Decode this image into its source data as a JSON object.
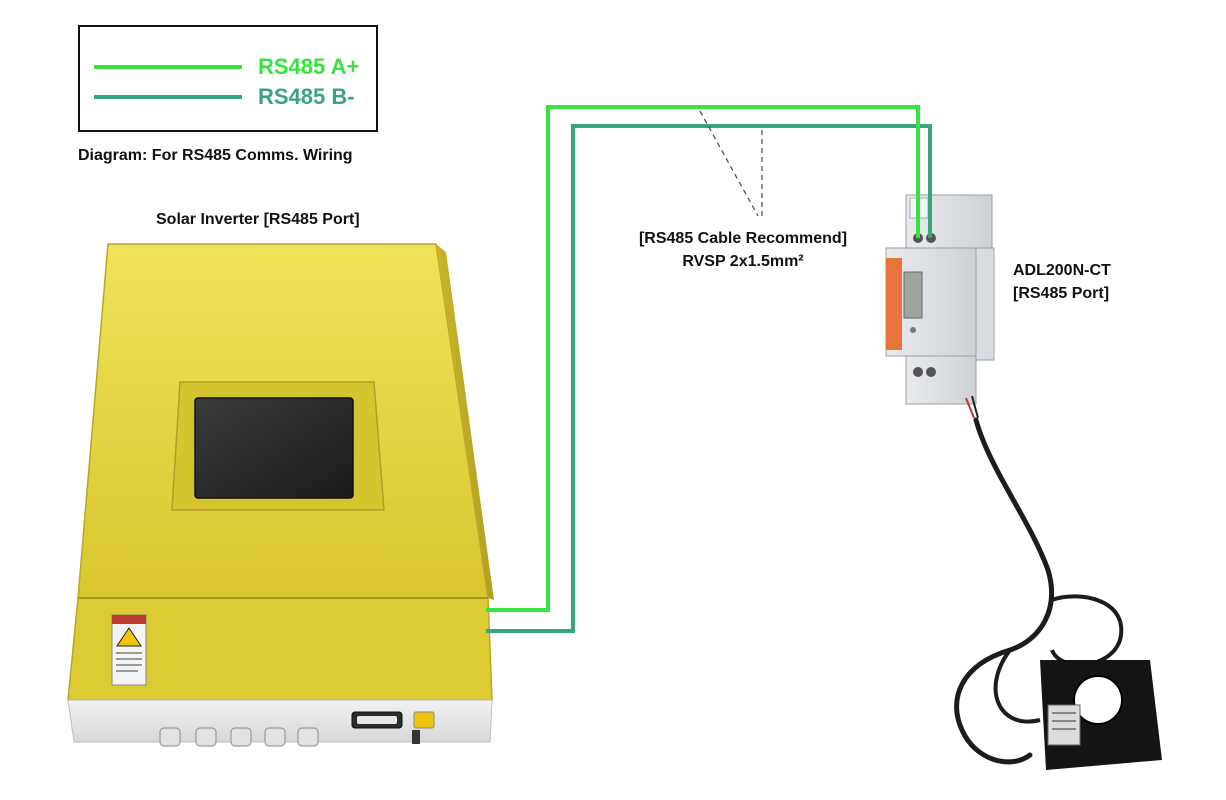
{
  "legend": {
    "a_label": "RS485 A+",
    "b_label": "RS485 B-"
  },
  "colors": {
    "rs485_a": "#35e43f",
    "rs485_b": "#3aa57a",
    "inverter_body": "#e4d43a",
    "meter_accent": "#e8743b"
  },
  "caption": "Diagram: For RS485 Comms. Wiring",
  "inverter": {
    "label": "Solar Inverter [RS485 Port]"
  },
  "cable": {
    "label_line1": "[RS485 Cable Recommend]",
    "label_line2": "RVSP 2x1.5mm²"
  },
  "meter": {
    "label_line1": "ADL200N-CT",
    "label_line2": "[RS485 Port]"
  }
}
